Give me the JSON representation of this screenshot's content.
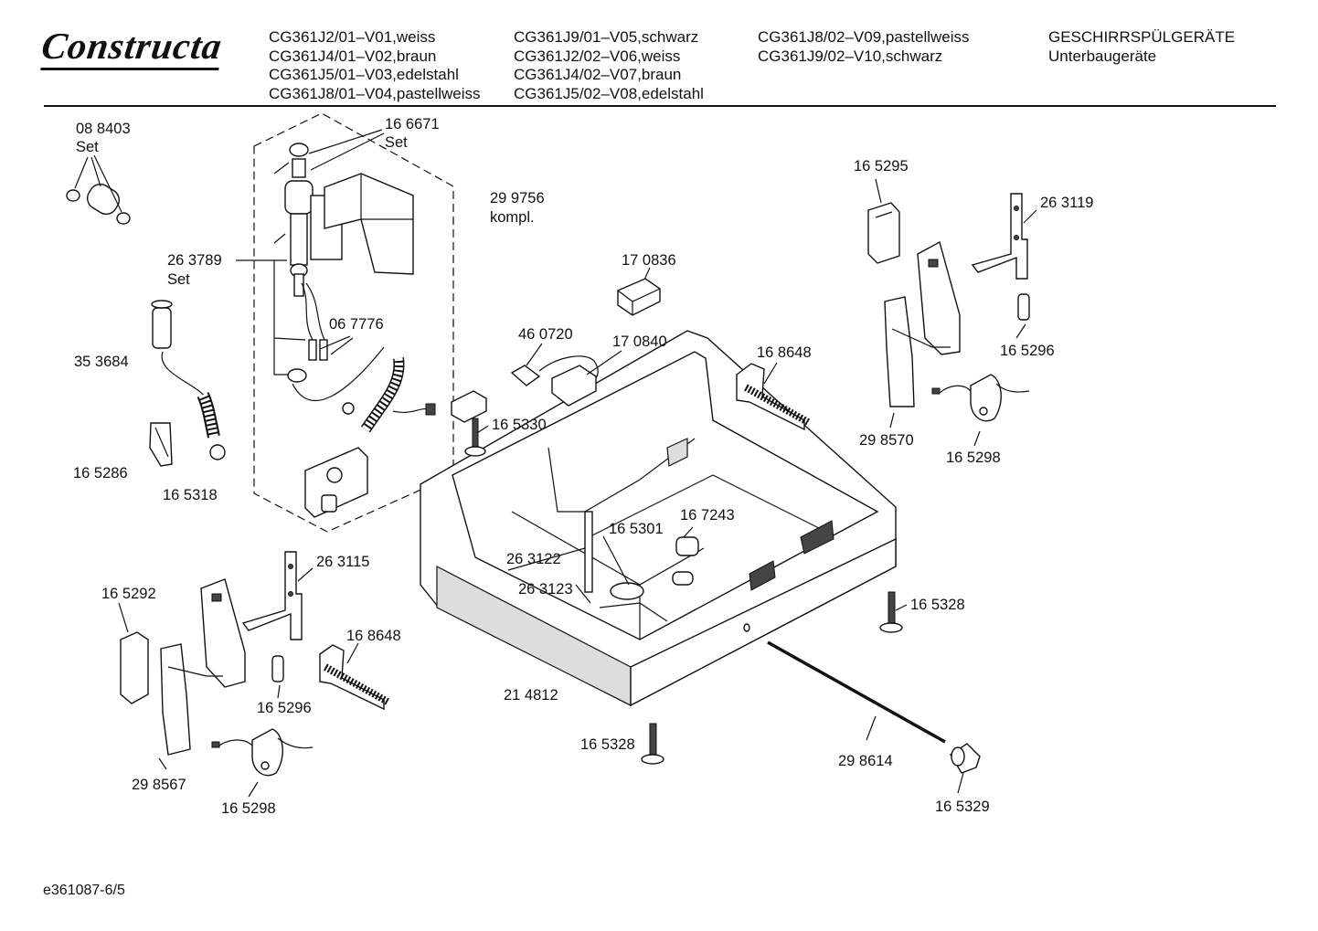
{
  "header": {
    "brand": "Constructa",
    "models_col1": [
      "CG361J2/01–V01,weiss",
      "CG361J4/01–V02,braun",
      "CG361J5/01–V03,edelstahl",
      "CG361J8/01–V04,pastellweiss"
    ],
    "models_col2": [
      "CG361J9/01–V05,schwarz",
      "CG361J2/02–V06,weiss",
      "CG361J4/02–V07,braun",
      "CG361J5/02–V08,edelstahl"
    ],
    "models_col3": [
      "CG361J8/02–V09,pastellweiss",
      "CG361J9/02–V10,schwarz"
    ],
    "category": [
      "GESCHIRRSPÜLGERÄTE",
      "Unterbaugeräte"
    ]
  },
  "parts": {
    "p088403": "08 8403",
    "p088403_note": "Set",
    "p166671": "16 6671",
    "p166671_note": "Set",
    "p299756": "29 9756",
    "p299756_note": "kompl.",
    "p263789": "26 3789",
    "p263789_note": "Set",
    "p353684": "35 3684",
    "p067776": "06 7776",
    "p165286": "16 5286",
    "p165318": "16 5318",
    "p170836": "17 0836",
    "p460720": "46 0720",
    "p170840": "17 0840",
    "p165330": "16 5330",
    "p168648_top": "16 8648",
    "p165295": "16 5295",
    "p263119": "26 3119",
    "p165296_right": "16 5296",
    "p298570": "29 8570",
    "p165298_right": "16 5298",
    "p167243": "16 7243",
    "p165301": "16 5301",
    "p263122": "26 3122",
    "p263123": "26 3123",
    "p263115": "26 3115",
    "p165292": "16 5292",
    "p168648_bottom": "16 8648",
    "p165296_left": "16 5296",
    "p214812": "21 4812",
    "p165328_right": "16 5328",
    "p165328_bottom": "16 5328",
    "p298614": "29 8614",
    "p165329": "16 5329",
    "p298567": "29 8567",
    "p165298_left": "16 5298"
  },
  "footer": {
    "code": "e361087-6/5"
  }
}
